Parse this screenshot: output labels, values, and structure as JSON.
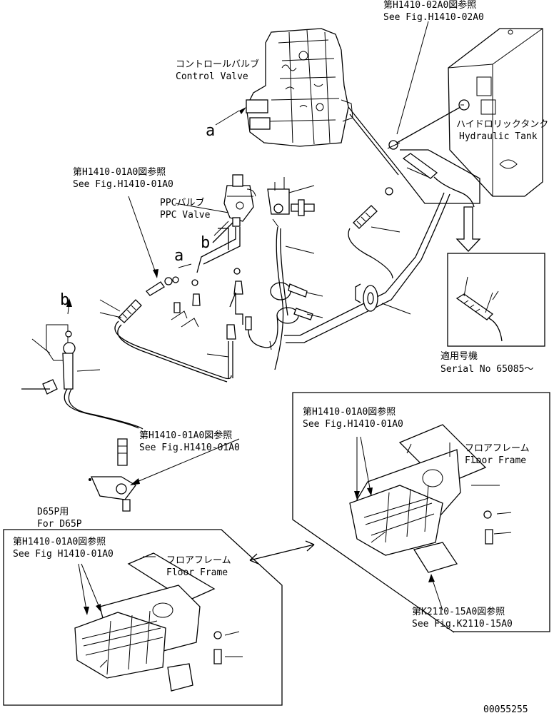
{
  "diagram": {
    "callouts": {
      "hyd_tank_ref_jp": "第H1410-02A0図参照",
      "hyd_tank_ref_en": "See Fig.H1410-02A0",
      "control_valve_jp": "コントロールバルブ",
      "control_valve_en": "Control Valve",
      "hydraulic_tank_jp": "ハイドロリックタンク",
      "hydraulic_tank_en": "Hydraulic Tank",
      "ppc_ref_jp": "第H1410-01A0図参照",
      "ppc_ref_en": "See Fig.H1410-01A0",
      "ppc_valve_jp": "PPCバルブ",
      "ppc_valve_en": "PPC Valve",
      "serial_jp": "適用号機",
      "serial_en": "Serial No 65085～",
      "mid_ref_jp": "第H1410-01A0図参照",
      "mid_ref_en": "See Fig.H1410-01A0",
      "right_box_ref_jp": "第H1410-01A0図参照",
      "right_box_ref_en": "See Fig.H1410-01A0",
      "right_floor_jp": "フロアフレーム",
      "right_floor_en": "Floor Frame",
      "k_ref_jp": "第K2110-15A0図参照",
      "k_ref_en": "See Fig.K2110-15A0",
      "d65p_jp": "D65P用",
      "d65p_en": "For D65P",
      "left_box_ref_jp": "第H1410-01A0図参照",
      "left_box_ref_en": "See Fig H1410-01A0",
      "left_floor_jp": "フロアフレーム",
      "left_floor_en": "Floor Frame",
      "letter_a1": "a",
      "letter_a2": "a",
      "letter_b1": "b",
      "letter_b2": "b",
      "drawing_number": "00055255"
    }
  }
}
